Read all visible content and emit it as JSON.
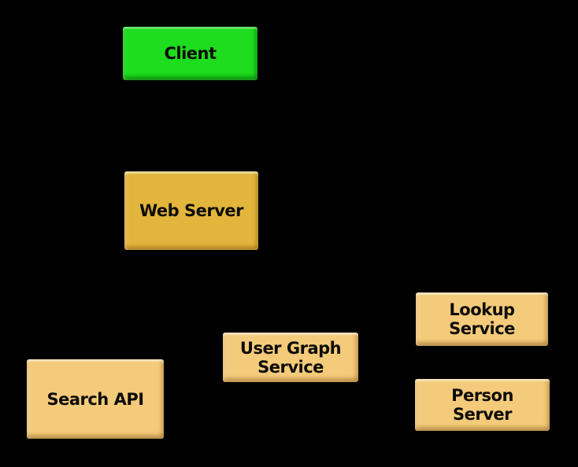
{
  "diagram": {
    "background": "#000000",
    "text_color": "#0e0c08",
    "colors": {
      "client_green": "#1edc1e",
      "web_server_gold": "#e2b63c",
      "service_tan": "#f4cb7a"
    },
    "nodes": [
      {
        "id": "client",
        "label": "Client",
        "fill": "#1edc1e"
      },
      {
        "id": "web-server",
        "label": "Web Server",
        "fill": "#e2b63c"
      },
      {
        "id": "search-api",
        "label": "Search API",
        "fill": "#f4cb7a"
      },
      {
        "id": "user-graph-service",
        "label": "User Graph\nService",
        "fill": "#f4cb7a"
      },
      {
        "id": "lookup-service",
        "label": "Lookup\nService",
        "fill": "#f4cb7a"
      },
      {
        "id": "person-server",
        "label": "Person\nServer",
        "fill": "#f4cb7a"
      }
    ]
  }
}
